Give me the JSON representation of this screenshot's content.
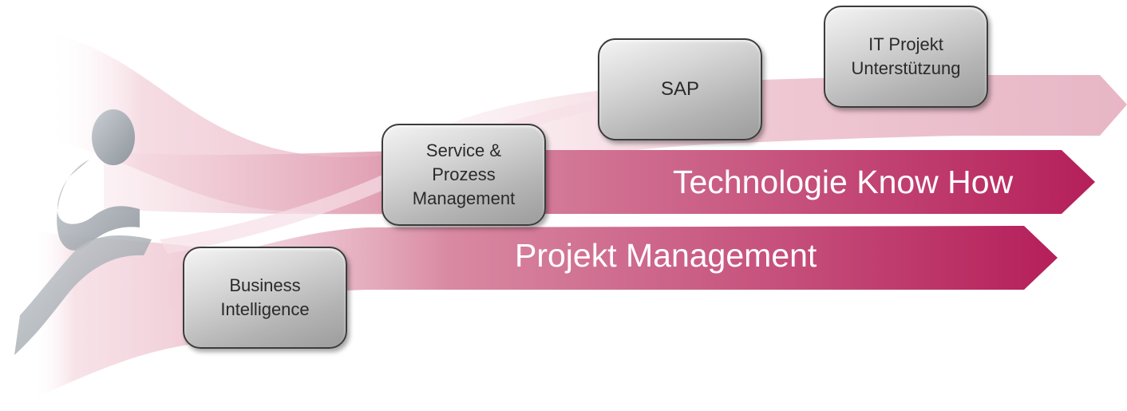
{
  "arrows": {
    "technologie": {
      "label": "Technologie Know How"
    },
    "projekt": {
      "label": "Projekt Management"
    }
  },
  "boxes": {
    "business_intelligence": {
      "lines": [
        "Business",
        "Intelligence"
      ]
    },
    "service_prozess": {
      "lines": [
        "Service &",
        "Prozess",
        "Management"
      ]
    },
    "sap": {
      "lines": [
        "SAP"
      ]
    },
    "it_projekt": {
      "lines": [
        "IT Projekt",
        "Unterstützung"
      ]
    }
  },
  "colors": {
    "arrow_main": "#b51f5a",
    "arrow_light": "#f6dde4",
    "box_border": "#3c3c3c",
    "runner": "#9aa1a8"
  }
}
